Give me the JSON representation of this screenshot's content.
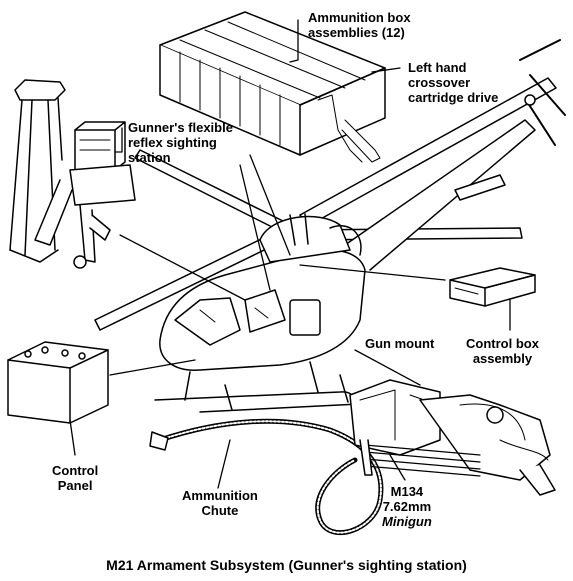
{
  "labels": {
    "ammo_box": [
      "Ammunition box",
      "assemblies (12)"
    ],
    "crossover": [
      "Left hand",
      "crossover",
      "cartridge drive"
    ],
    "sighting": [
      "Gunner's flexible",
      "reflex sighting",
      "station"
    ],
    "control_box": [
      "Control  box",
      "assembly"
    ],
    "gun_mount": "Gun mount",
    "control_panel": [
      "Control",
      "Panel"
    ],
    "chute": [
      "Ammunition",
      "Chute"
    ],
    "minigun": [
      "M134",
      "7.62mm",
      "Minigun"
    ]
  },
  "caption": "M21 Armament Subsystem (Gunner's sighting station)"
}
